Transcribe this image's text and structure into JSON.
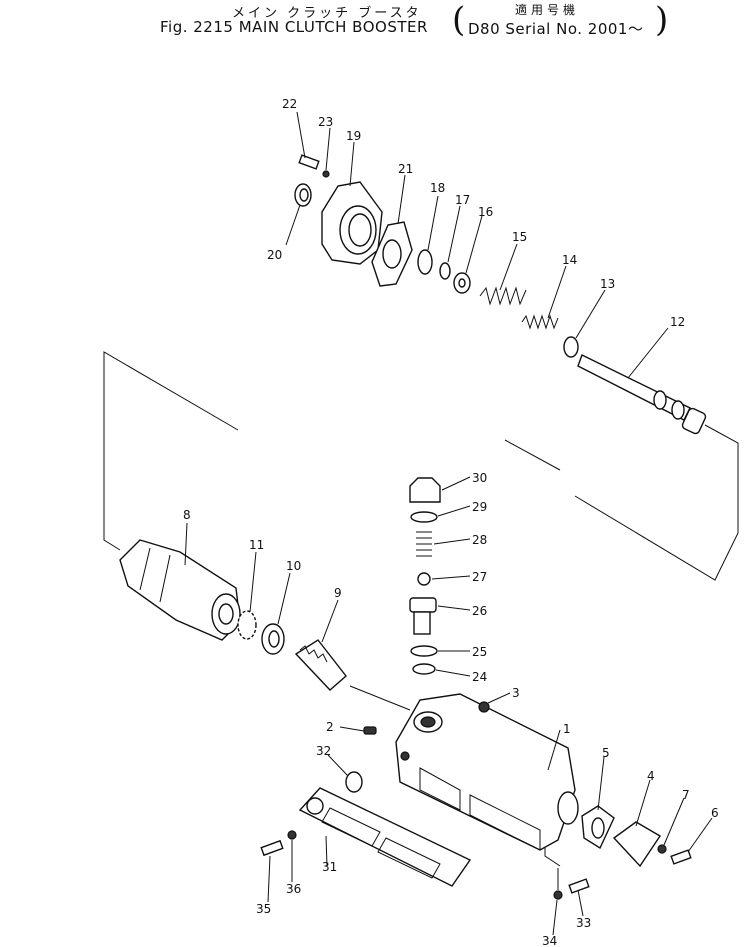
{
  "header": {
    "title_jp": "メイン クラッチ ブースタ",
    "title": "Fig. 2215 MAIN CLUTCH BOOSTER",
    "serial_jp": "適用号機",
    "serial": "D80 Serial No. 2001～",
    "paren_open": "(",
    "paren_close": ")"
  },
  "parts": [
    "1",
    "2",
    "3",
    "4",
    "5",
    "6",
    "7",
    "8",
    "9",
    "10",
    "11",
    "12",
    "13",
    "14",
    "15",
    "16",
    "17",
    "18",
    "19",
    "20",
    "21",
    "22",
    "23",
    "24",
    "25",
    "26",
    "27",
    "28",
    "29",
    "30",
    "31",
    "32",
    "33",
    "34",
    "35",
    "36"
  ]
}
